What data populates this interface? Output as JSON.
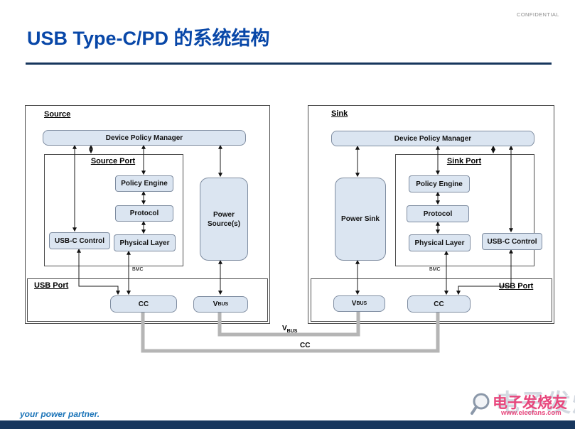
{
  "header": {
    "confidential": "CONFIDENTIAL",
    "title": "USB Type-C/PD 的系统结构"
  },
  "source": {
    "label": "Source",
    "device_policy_manager": "Device Policy Manager",
    "port_label": "Source Port",
    "policy_engine": "Policy Engine",
    "protocol": "Protocol",
    "usb_c_control": "USB-C Control",
    "physical_layer": "Physical Layer",
    "power_box": "Power Source(s)",
    "usb_port_label": "USB Port",
    "cc_box": "CC",
    "vbus_v": "V",
    "vbus_sub": "BUS",
    "bmc_label": "BMC"
  },
  "sink": {
    "label": "Sink",
    "device_policy_manager": "Device Policy Manager",
    "port_label": "Sink Port",
    "policy_engine": "Policy Engine",
    "protocol": "Protocol",
    "usb_c_control": "USB-C Control",
    "physical_layer": "Physical Layer",
    "power_box": "Power Sink",
    "usb_port_label": "USB Port",
    "cc_box": "CC",
    "vbus_v": "V",
    "vbus_sub": "BUS",
    "bmc_label": "BMC"
  },
  "cable": {
    "vbus_v": "V",
    "vbus_sub": "BUS",
    "cc": "CC"
  },
  "footer": {
    "tagline": "your power partner."
  },
  "watermark": {
    "brand": "电子发烧友",
    "url": "www.elecfans.com"
  },
  "colors": {
    "title_blue": "#0847a8",
    "navy_bar": "#17365d",
    "chip_fill": "#dbe5f1",
    "chip_border": "#7e8ca0",
    "cable_gray": "#b5b5b5",
    "brand_pink": "#e8467c"
  }
}
